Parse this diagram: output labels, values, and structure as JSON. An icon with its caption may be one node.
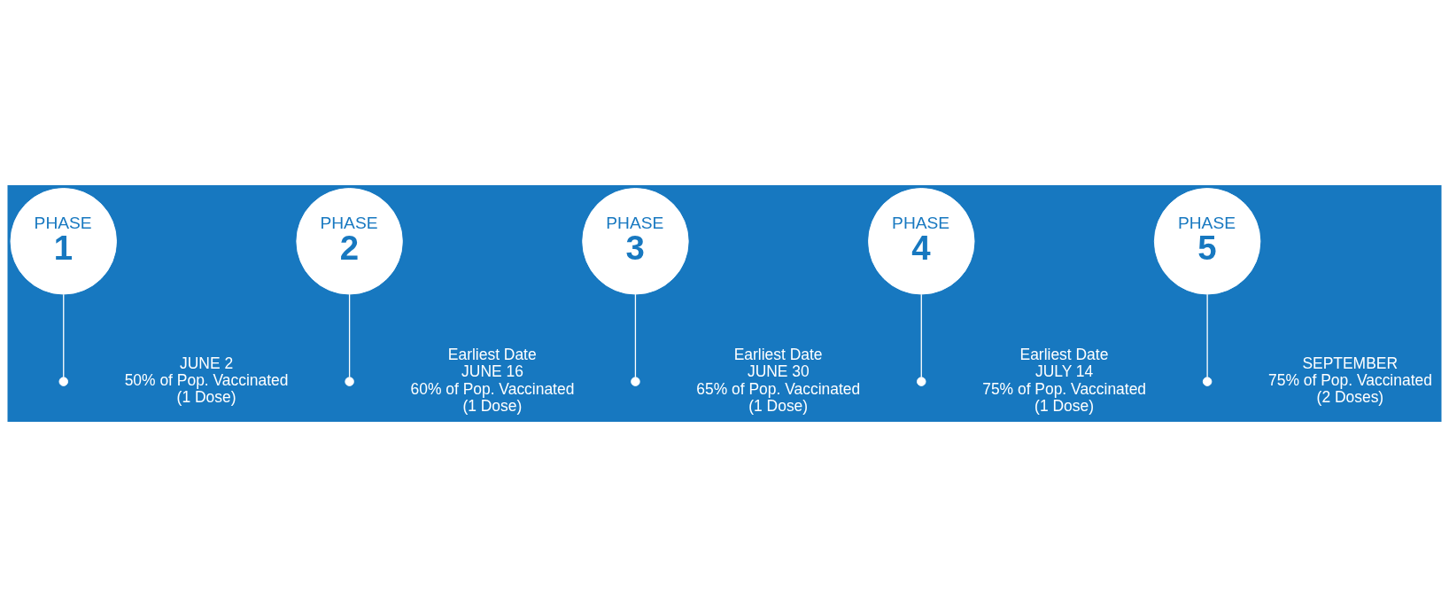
{
  "diagram": {
    "nodes": [
      {
        "text": [
          "PHASE",
          "1"
        ]
      },
      {
        "text": [
          "PHASE",
          "2"
        ]
      },
      {
        "text": [
          "PHASE",
          "3"
        ]
      },
      {
        "text": [
          "PHASE",
          "4"
        ]
      },
      {
        "text": [
          "PHASE",
          "5"
        ]
      },
      {
        "text": [],
        "shape": "circle",
        "beside": [
          "JUNE 2",
          "50% of Pop. Vaccinated",
          "(1 Dose)"
        ]
      },
      {
        "text": [],
        "shape": "circle",
        "beside": [
          "Earliest Date",
          "JUNE 16",
          "60% of Pop. Vaccinated",
          "(1 Dose)"
        ]
      },
      {
        "text": [],
        "shape": "circle",
        "beside": [
          "Earliest Date",
          "JUNE 30",
          "65% of Pop. Vaccinated",
          "(1 Dose)"
        ]
      },
      {
        "text": [],
        "shape": "circle",
        "beside": [
          "Earliest Date",
          "JULY 14",
          "75% of Pop. Vaccinated",
          "(1 Dose)"
        ]
      },
      {
        "text": [],
        "shape": "circle",
        "beside": [
          "SEPTEMBER",
          "75% of Pop. Vaccinated",
          "(2 Doses)"
        ]
      }
    ],
    "edges": [
      {
        "from": 0,
        "to": 5,
        "arrow": "none"
      },
      {
        "from": 1,
        "to": 6,
        "arrow": "none"
      },
      {
        "from": 2,
        "to": 7,
        "arrow": "none"
      },
      {
        "from": 3,
        "to": 8,
        "arrow": "none"
      },
      {
        "from": 4,
        "to": 9,
        "arrow": "none"
      }
    ]
  }
}
